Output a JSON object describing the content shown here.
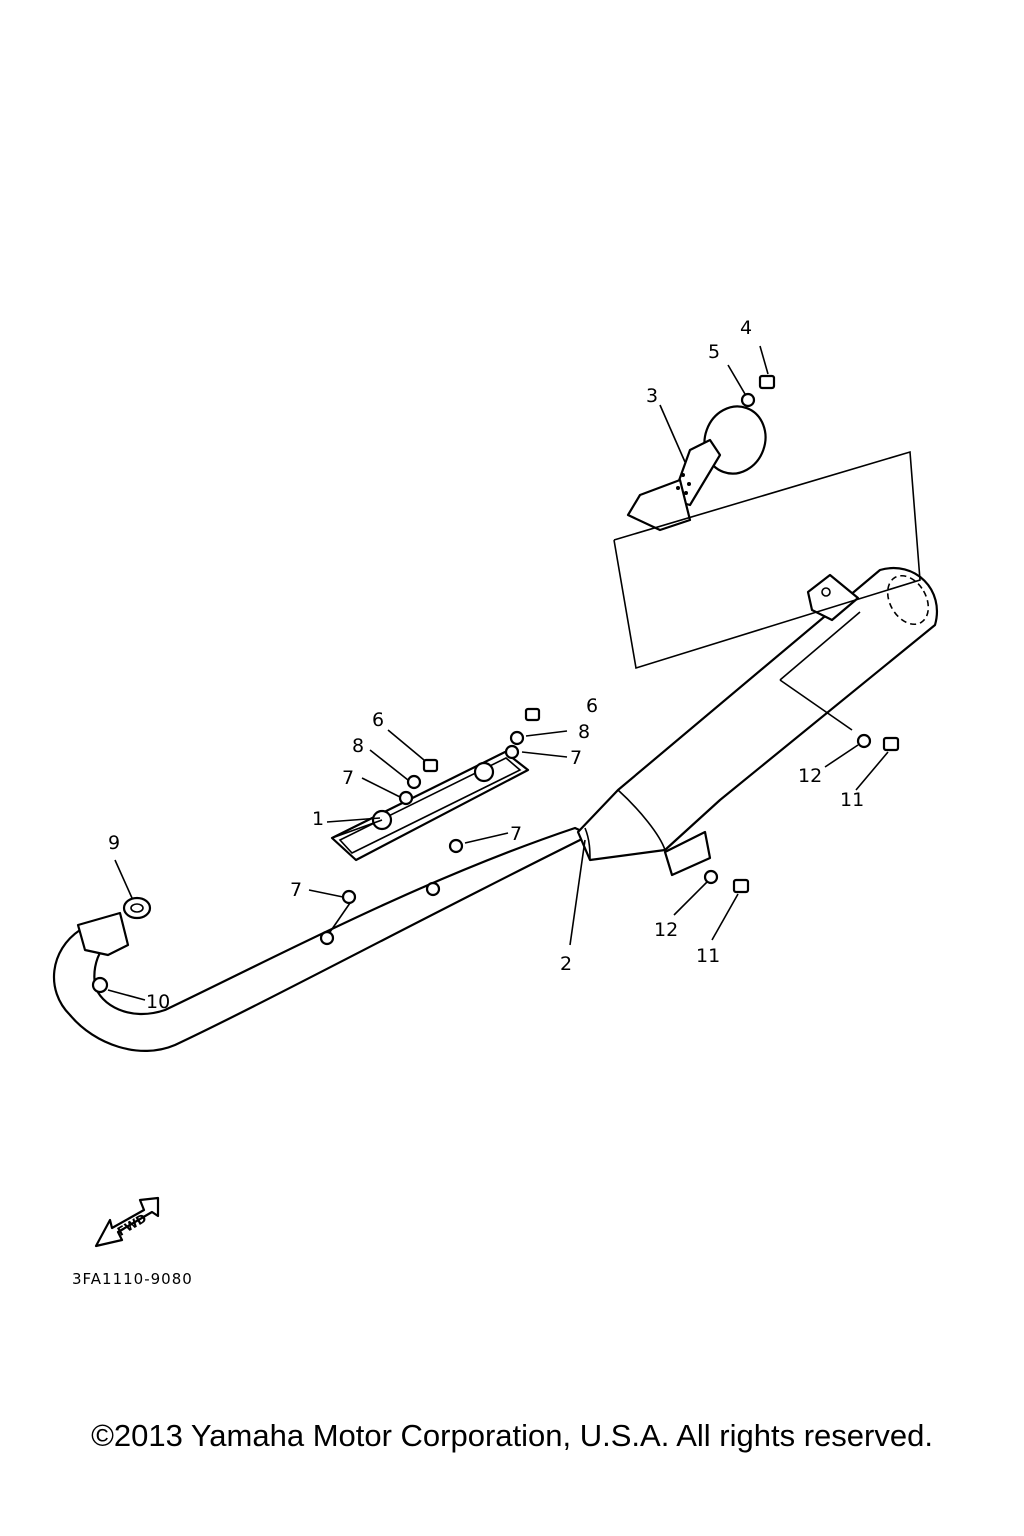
{
  "diagram": {
    "callouts": {
      "c1": "1",
      "c2": "2",
      "c3": "3",
      "c4": "4",
      "c5": "5",
      "c6a": "6",
      "c6b": "6",
      "c7a": "7",
      "c7b": "7",
      "c7c": "7",
      "c7d": "7",
      "c8a": "8",
      "c8b": "8",
      "c9": "9",
      "c10": "10",
      "c11a": "11",
      "c11b": "11",
      "c12a": "12",
      "c12b": "12"
    },
    "fwd_label": "FWD",
    "drawing_code": "3FA1110-9080"
  },
  "footer": {
    "copyright": "©2013 Yamaha Motor Corporation, U.S.A. All rights reserved."
  }
}
